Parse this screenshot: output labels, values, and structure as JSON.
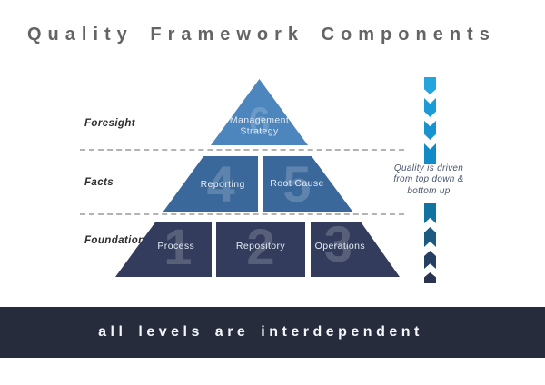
{
  "title": "Quality Framework Components",
  "side_labels": [
    {
      "label": "Foresight"
    },
    {
      "label": "Facts"
    },
    {
      "label": "Foundation"
    }
  ],
  "pyramid": {
    "segments": [
      {
        "number": "6",
        "line1": "Management",
        "line2": "Strategy",
        "color": "#4c86bd"
      },
      {
        "number": "4",
        "label": "Reporting",
        "color": "#3b689a"
      },
      {
        "number": "5",
        "label": "Root Cause",
        "color": "#3b689a"
      },
      {
        "number": "1",
        "label": "Process",
        "color": "#333c5c"
      },
      {
        "number": "2",
        "label": "Repository",
        "color": "#333c5c"
      },
      {
        "number": "3",
        "label": "Operations",
        "color": "#333c5c"
      }
    ]
  },
  "arrow": {
    "note_line1": "Quality is driven",
    "note_line2": "from top down &",
    "note_line3": "bottom up",
    "down_colors": [
      "#25a5de",
      "#1b9cd7",
      "#1794d0",
      "#118bc5"
    ],
    "up_colors": [
      "#11739f",
      "#1d5a82",
      "#253f63",
      "#2a3450"
    ]
  },
  "banner": {
    "text": "all levels are interdependent",
    "bg": "#262c3c"
  }
}
